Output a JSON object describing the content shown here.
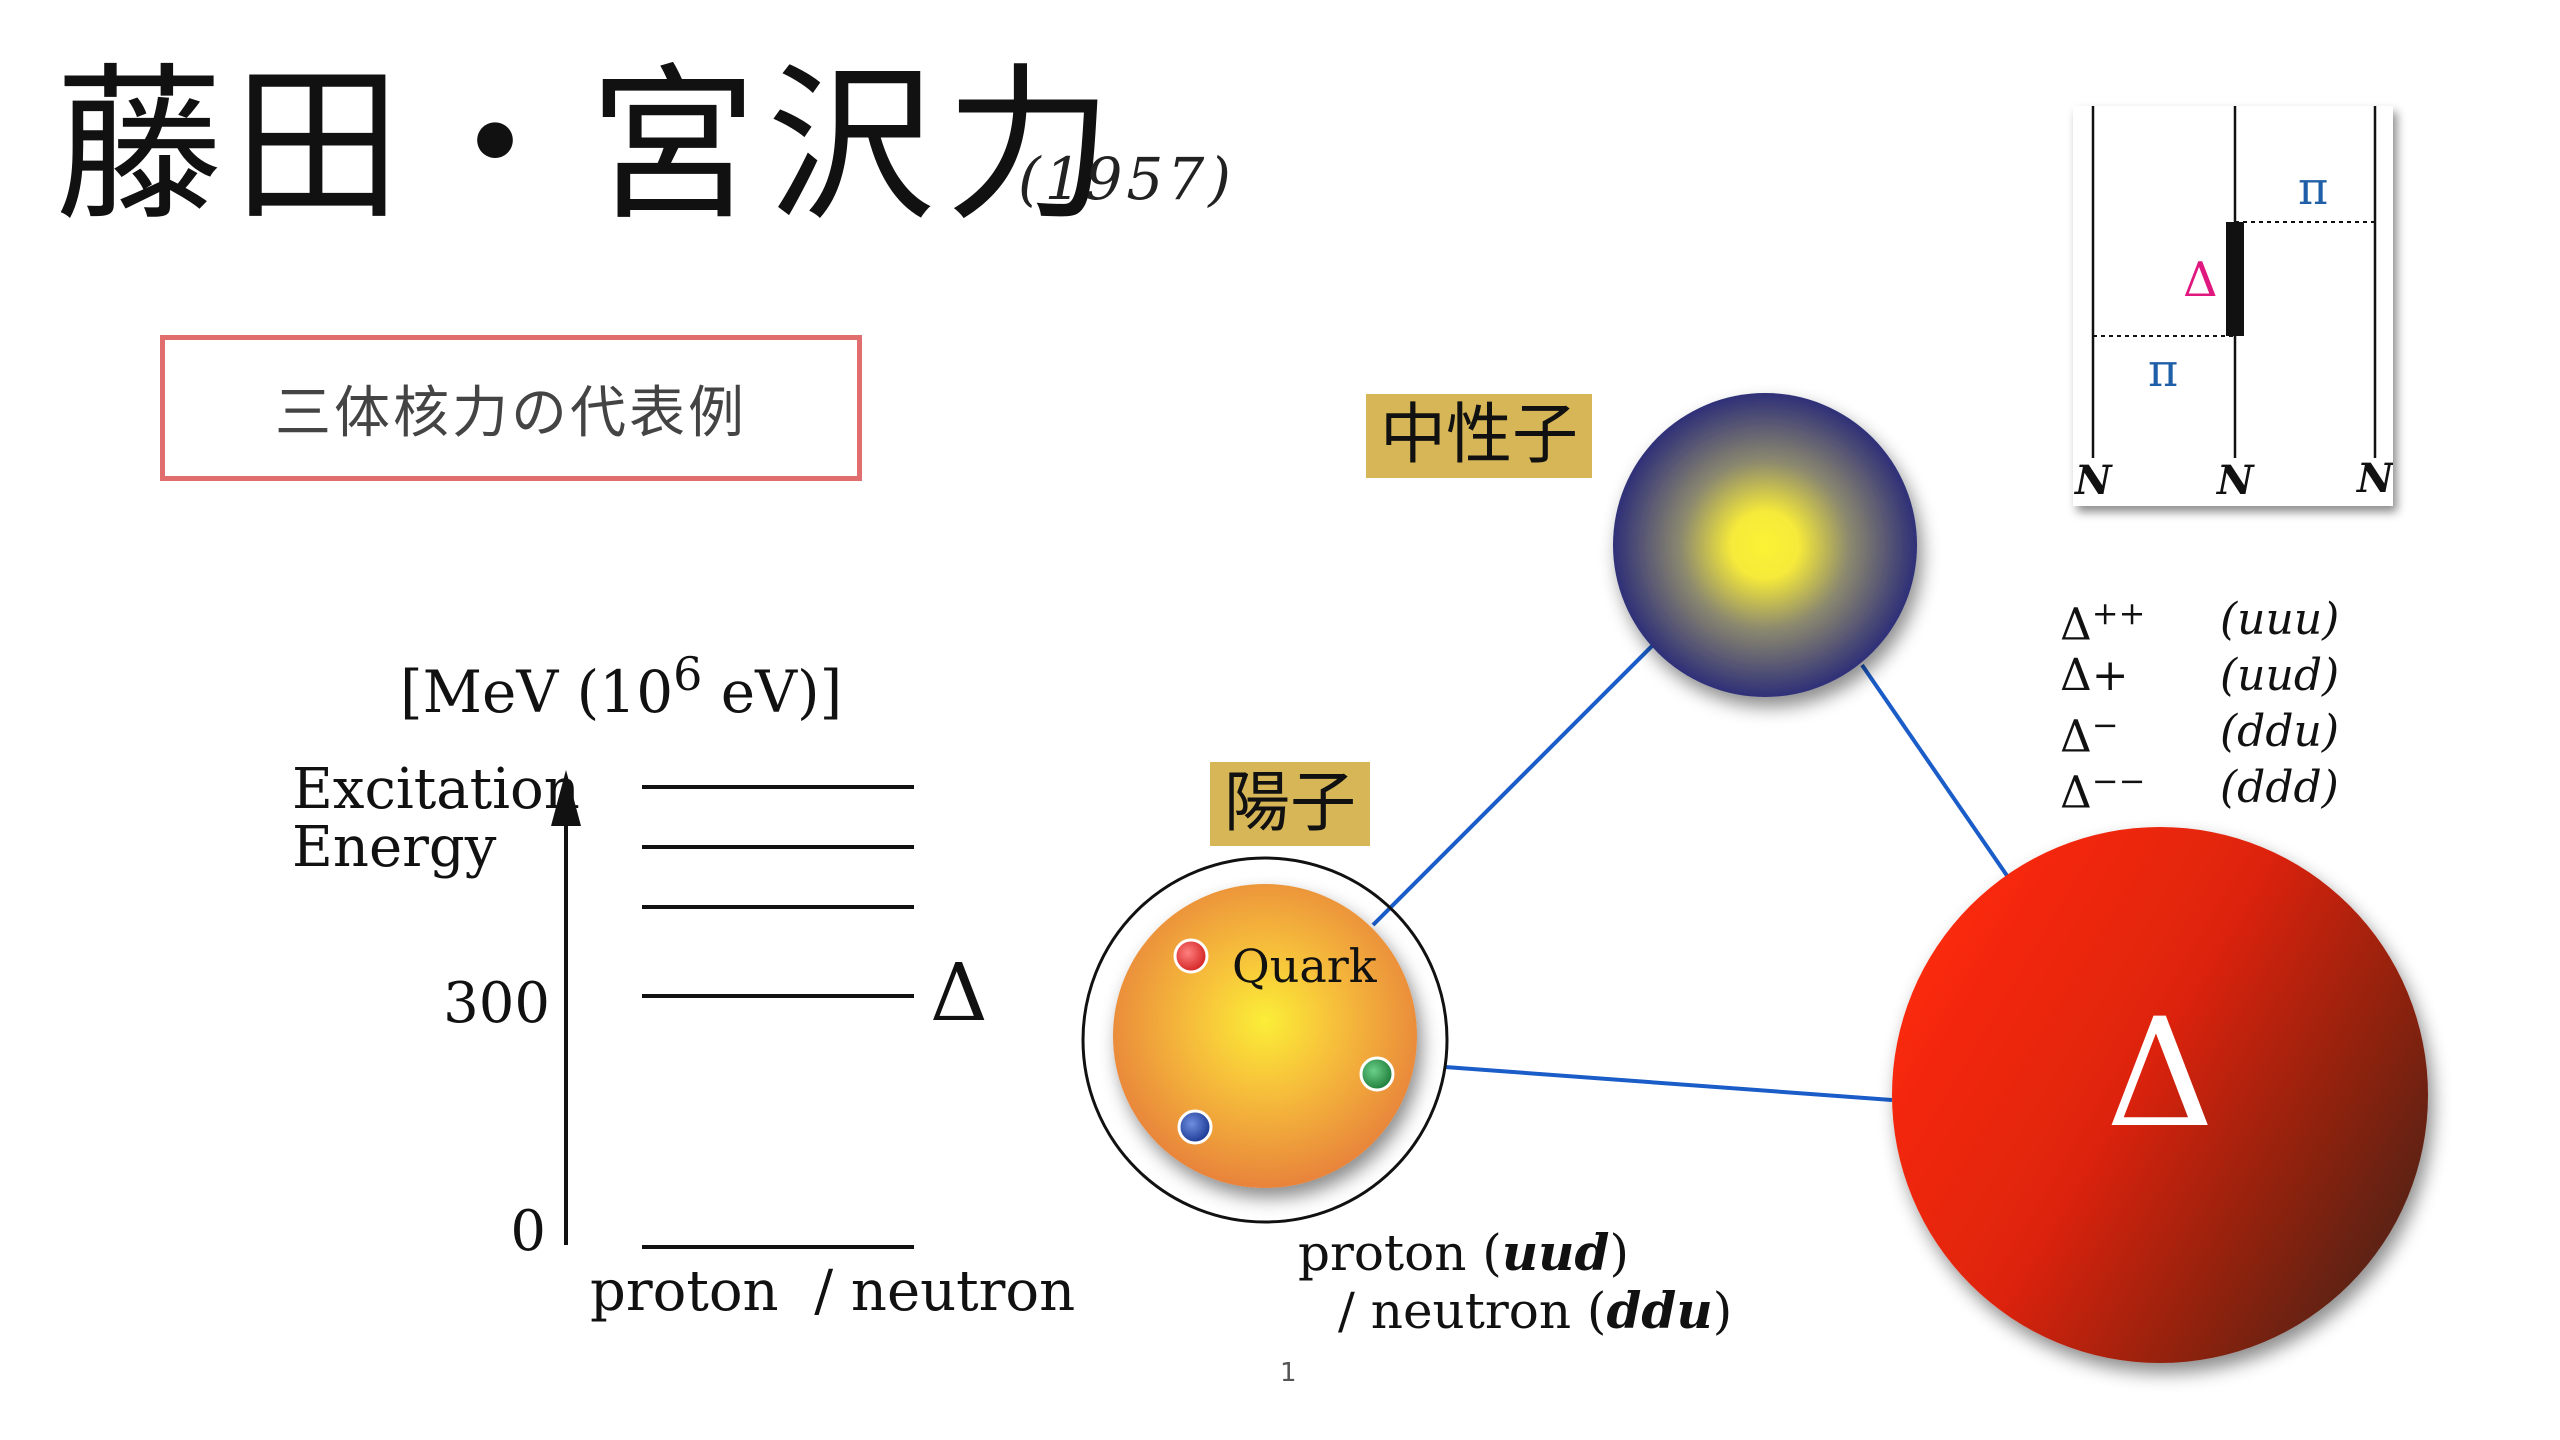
{
  "title": {
    "main": "藤田・宮沢力",
    "year": "(1957)"
  },
  "subtitle": "三体核力の代表例",
  "energy_diagram": {
    "unit_label_prefix": "[MeV (10",
    "unit_label_exp": "6",
    "unit_label_suffix": " eV)]",
    "axis_label_line1": "Excitation",
    "axis_label_line2": "Energy",
    "tick_300": "300",
    "tick_0": "0",
    "delta_symbol": "Δ",
    "x_label": "proton  / neutron"
  },
  "nucleon_diagram": {
    "neutron_label": "中性子",
    "proton_label": "陽子",
    "quark_label": "Quark",
    "proton_caption_line1_prefix": "proton (",
    "proton_caption_line1_quarks": "uud",
    "proton_caption_line1_suffix": ")",
    "proton_caption_line2_prefix": "/ neutron (",
    "proton_caption_line2_quarks": "ddu",
    "proton_caption_line2_suffix": ")",
    "delta_symbol": "Δ",
    "colors": {
      "link_line": "#1a5cc8",
      "quark_red": "#e23b3b",
      "quark_green": "#2e9a4b",
      "quark_blue": "#2a4fb0",
      "label_tag_bg": "#d6b656"
    }
  },
  "delta_states": [
    {
      "symbol": "Δ",
      "charge": "++",
      "quarks": "(uuu)"
    },
    {
      "symbol": "Δ",
      "charge": "+",
      "quarks": "(uud)"
    },
    {
      "symbol": "Δ",
      "charge": "−",
      "quarks": "(ddu)"
    },
    {
      "symbol": "Δ",
      "charge": "−−",
      "quarks": "(ddd)"
    }
  ],
  "inset": {
    "pi_top": "π",
    "pi_bottom": "π",
    "delta": "Δ",
    "n_left": "N",
    "n_middle": "N",
    "n_right": "N",
    "colors": {
      "pi": "#1f5fa8",
      "delta": "#e0177e"
    }
  },
  "page_number": "1"
}
